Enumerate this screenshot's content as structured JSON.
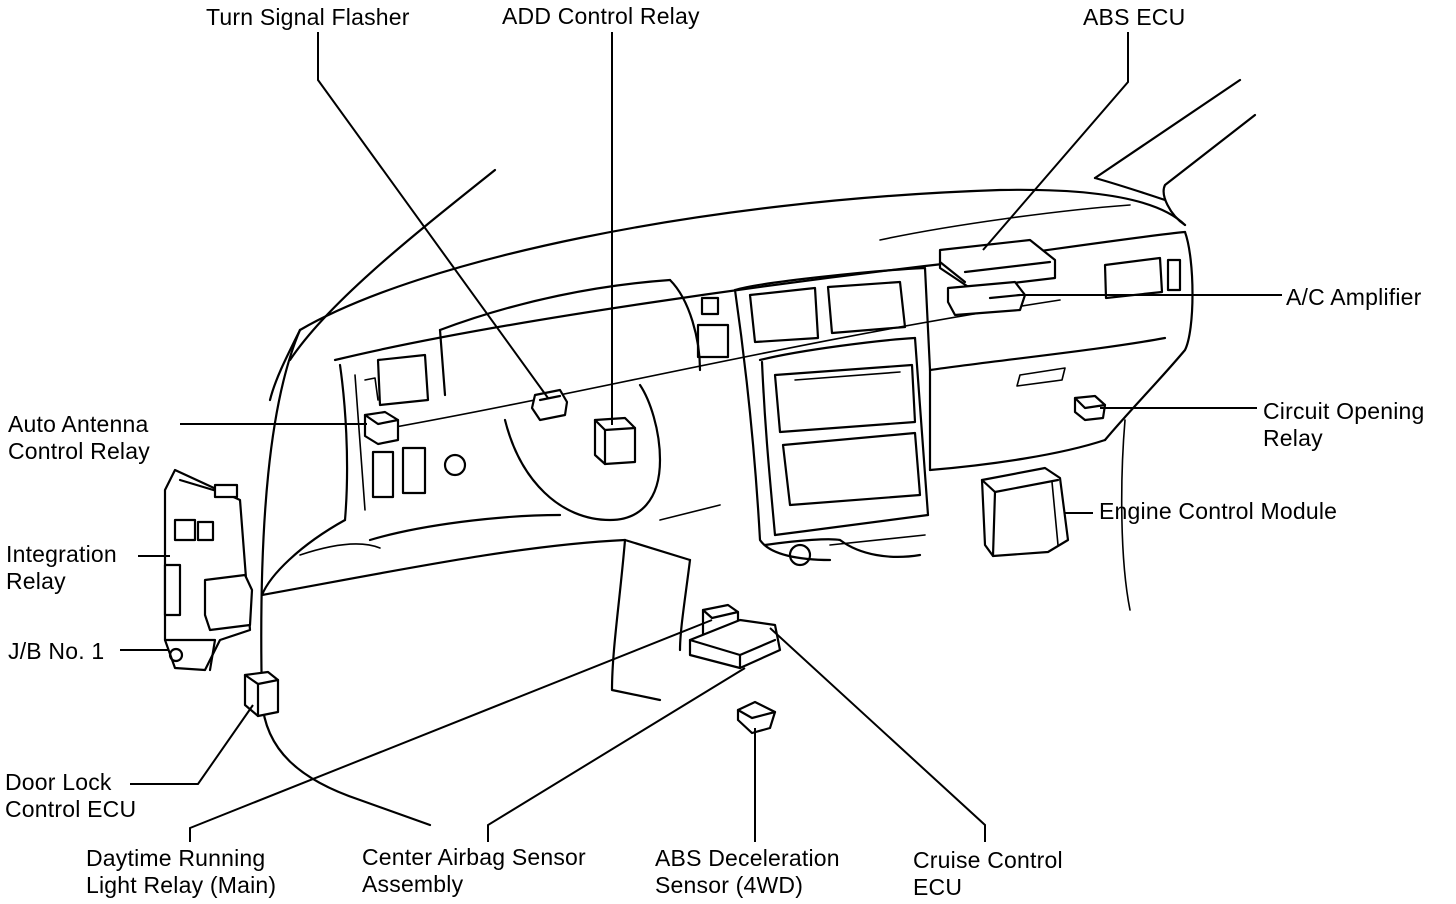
{
  "labels": {
    "turn_signal_flasher": "Turn Signal Flasher",
    "add_control_relay": "ADD Control Relay",
    "abs_ecu": "ABS ECU",
    "ac_amplifier": "A/C Amplifier",
    "auto_antenna": [
      "Auto Antenna",
      "Control Relay"
    ],
    "circuit_opening": [
      "Circuit Opening",
      "Relay"
    ],
    "integration_relay": [
      "Integration",
      "Relay"
    ],
    "engine_control_module": "Engine Control Module",
    "jb_no1": "J/B No. 1",
    "door_lock": [
      "Door Lock",
      "Control ECU"
    ],
    "drl_relay": [
      "Daytime Running",
      "Light Relay (Main)"
    ],
    "center_airbag": [
      "Center Airbag Sensor",
      "Assembly"
    ],
    "abs_decel": [
      "ABS Deceleration",
      "Sensor (4WD)"
    ],
    "cruise_control": [
      "Cruise Control",
      "ECU"
    ]
  }
}
